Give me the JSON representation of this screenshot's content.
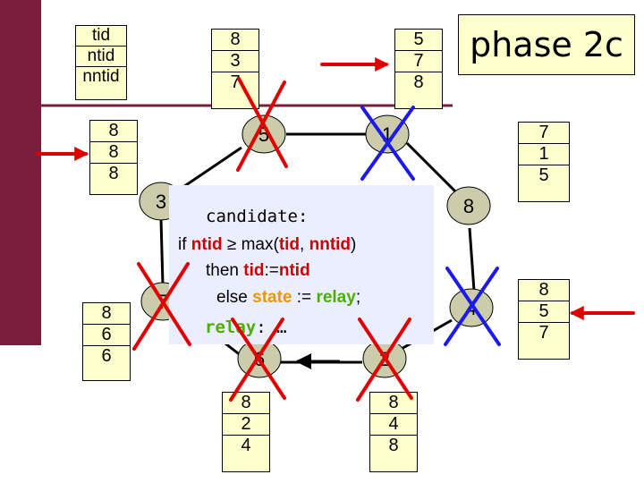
{
  "phase_label": "phase 2c",
  "legend": {
    "rows": [
      "tid",
      "ntid",
      "nntid"
    ]
  },
  "stacks": {
    "top_left": [
      "8",
      "3",
      "7"
    ],
    "top_right": [
      "5",
      "7",
      "8"
    ],
    "left_upper": [
      "8",
      "8",
      "8"
    ],
    "left_lower": [
      "8",
      "6",
      "6"
    ],
    "right_upper": [
      "7",
      "1",
      "5"
    ],
    "right_lower": [
      "8",
      "5",
      "7"
    ],
    "bottom_left": [
      "8",
      "2",
      "4"
    ],
    "bottom_right": [
      "8",
      "4",
      "8"
    ]
  },
  "nodes": {
    "top_left": "5",
    "top_right": "1",
    "left_upper": "3",
    "left_lower": "7",
    "right_upper": "8",
    "right_lower": "4",
    "bottom_left": "6",
    "bottom_right": "2"
  },
  "candidate": {
    "line1": "candidate:",
    "if_prefix": "if ",
    "if_kw": "ntid",
    "if_op": " ≥ max(",
    "if_a1": "tid",
    "if_comma": ", ",
    "if_a2": "nntid",
    "if_close": ")",
    "then_prefix": "then ",
    "then_kw1": "tid",
    "then_op": ":=",
    "then_kw2": "ntid",
    "else_prefix": "else ",
    "else_kw1": "state",
    "else_op": " := ",
    "else_kw2": "relay",
    "else_semi": ";",
    "relay_kw": "relay",
    "relay_rest": ": …"
  },
  "colors": {
    "node_fill": "#ccccaa",
    "stack_fill": "#ffffcc",
    "candidate_fill": "#ebeeff",
    "red_mark": "#e00000",
    "blue_mark": "#1a1aee",
    "sidebar": "#7a1c3c"
  }
}
